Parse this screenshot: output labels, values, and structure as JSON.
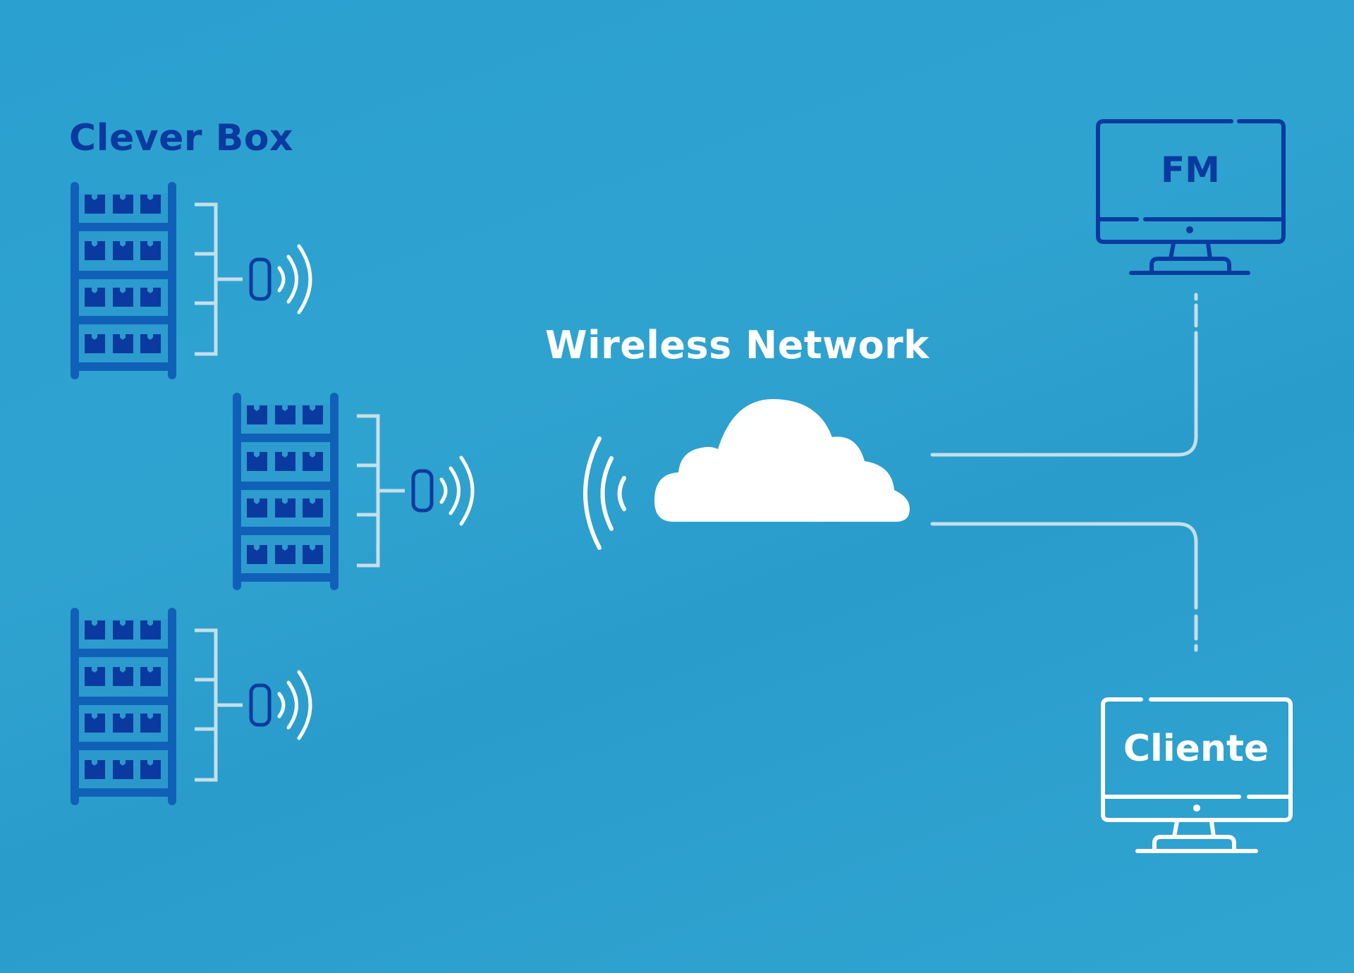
{
  "diagram": {
    "title": "Clever Box",
    "network_label": "Wireless Network",
    "nodes": {
      "racks": [
        {
          "name": "rack-1",
          "shelves": 4,
          "boxes_per_shelf": 3
        },
        {
          "name": "rack-2",
          "shelves": 4,
          "boxes_per_shelf": 3
        },
        {
          "name": "rack-3",
          "shelves": 4,
          "boxes_per_shelf": 3
        }
      ],
      "cloud": "Wireless Network",
      "monitors": [
        {
          "label": "FM",
          "style": "blue-outline"
        },
        {
          "label": "Cliente",
          "style": "white-outline"
        }
      ]
    },
    "connections": [
      {
        "from": "rack-1",
        "to": "sensor-1"
      },
      {
        "from": "rack-2",
        "to": "sensor-2"
      },
      {
        "from": "rack-3",
        "to": "sensor-3"
      },
      {
        "from": "cloud",
        "to": "FM"
      },
      {
        "from": "cloud",
        "to": "Cliente"
      }
    ]
  },
  "colors": {
    "background": "#2ea3d0",
    "dark_blue": "#0a3aa0",
    "rack_blue": "#1060b8",
    "white": "#ffffff",
    "line_light": "#c4dfea"
  },
  "icons": {
    "rack": "shelving-rack-icon",
    "sensor": "sensor-tag-icon",
    "signal": "wifi-signal-icon",
    "cloud": "cloud-icon",
    "monitor": "desktop-monitor-icon"
  }
}
